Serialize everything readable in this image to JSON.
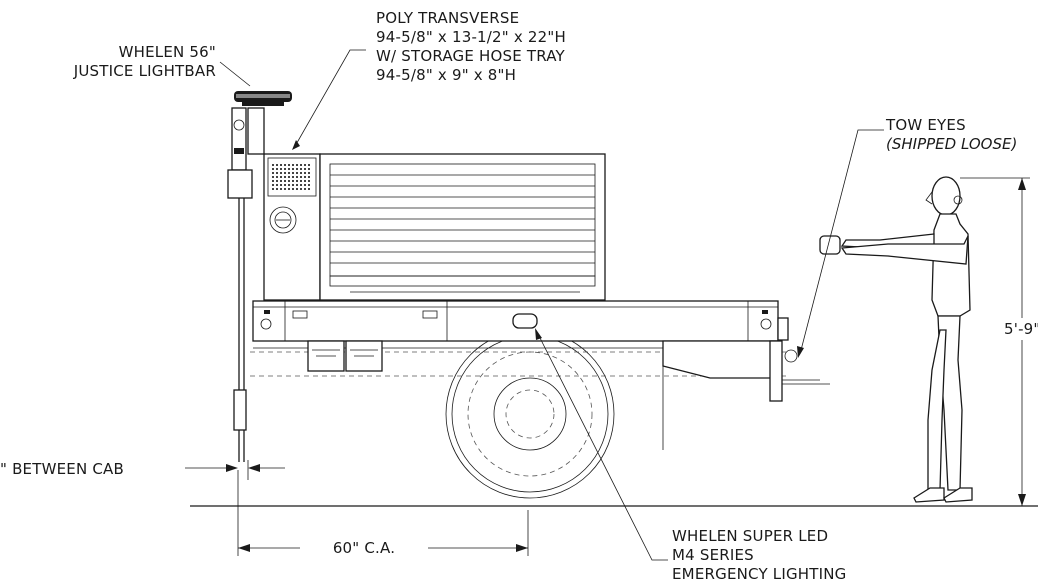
{
  "labels": {
    "lightbar": [
      "WHELEN 56\"",
      "JUSTICE LIGHTBAR"
    ],
    "transverse": [
      "POLY TRANSVERSE",
      "94-5/8\" x 13-1/2\" x 22\"H",
      "W/ STORAGE HOSE TRAY",
      "94-5/8\" x 9\" x 8\"H"
    ],
    "tow_eyes": "TOW EYES",
    "tow_eyes_note": "(SHIPPED LOOSE)",
    "height_dim": "5'-9\"",
    "between_cab": "\" BETWEEN CAB",
    "ca_dim": "60\" C.A.",
    "emergency": [
      "WHELEN SUPER LED",
      "M4 SERIES",
      "EMERGENCY LIGHTING"
    ]
  }
}
